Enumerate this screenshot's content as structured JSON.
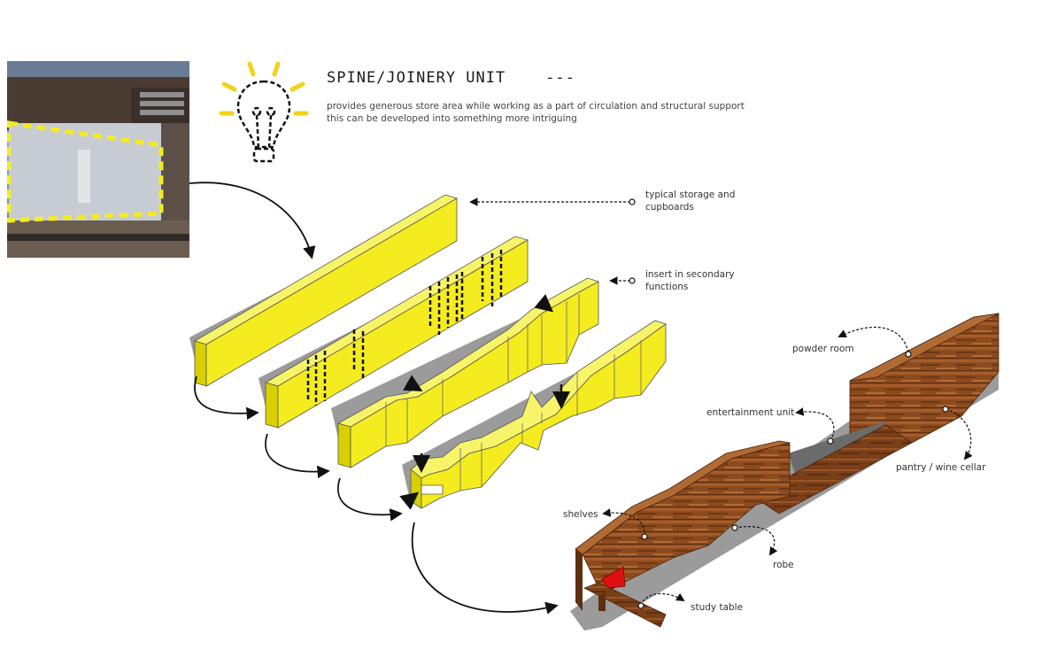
{
  "header": {
    "title": "SPINE/JOINERY UNIT",
    "title_dashes": "---",
    "description_line1": "provides generous store area while working as a part of circulation and structural support",
    "description_line2": "this can be developed into something more intriguing",
    "icon": "lightbulb-icon"
  },
  "annotations": {
    "storage_line1": "typical storage and",
    "storage_line2": "cupboards",
    "insert_line1": "insert in secondary",
    "insert_line2": "functions"
  },
  "labels": {
    "powder_room": "powder room",
    "entertainment_unit": "entertainment unit",
    "pantry": "pantry / wine cellar",
    "shelves": "shelves",
    "robe": "robe",
    "study_table": "study table"
  },
  "colors": {
    "accent_yellow": "#f4ec1f",
    "wood": "#8a4a1e",
    "highlight_red": "#e01010"
  }
}
